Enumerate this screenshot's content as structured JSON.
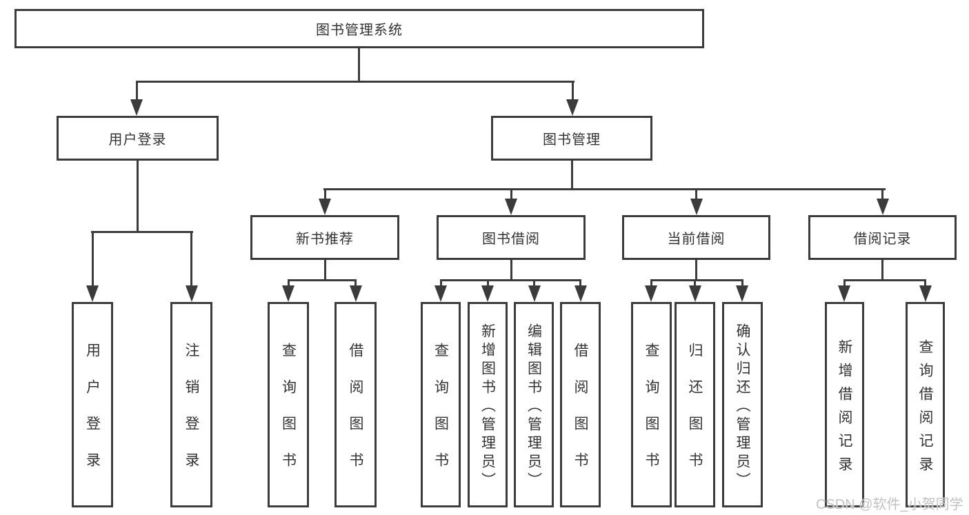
{
  "tree": {
    "root": {
      "label": "图书管理系统"
    },
    "level2": [
      {
        "label": "用户登录",
        "children": [
          "用户登录",
          "注销登录"
        ]
      },
      {
        "label": "图书管理"
      }
    ],
    "level3": [
      {
        "label": "新书推荐",
        "children": [
          "查询图书",
          "借阅图书"
        ]
      },
      {
        "label": "图书借阅",
        "children": [
          "查询图书",
          "新增图书（管理员）",
          "编辑图书（管理员）",
          "借阅图书"
        ]
      },
      {
        "label": "当前借阅",
        "children": [
          "查询图书",
          "归还图书",
          "确认归还（管理员）"
        ]
      },
      {
        "label": "借阅记录",
        "children": [
          "新增借阅记录",
          "查询借阅记录"
        ]
      }
    ]
  },
  "watermark": {
    "text": "CSDN @软件_小贺同学"
  },
  "colors": {
    "line": "#3b3b3b",
    "text": "#333333",
    "watermark": "#c2c2c2",
    "background": "#ffffff"
  }
}
